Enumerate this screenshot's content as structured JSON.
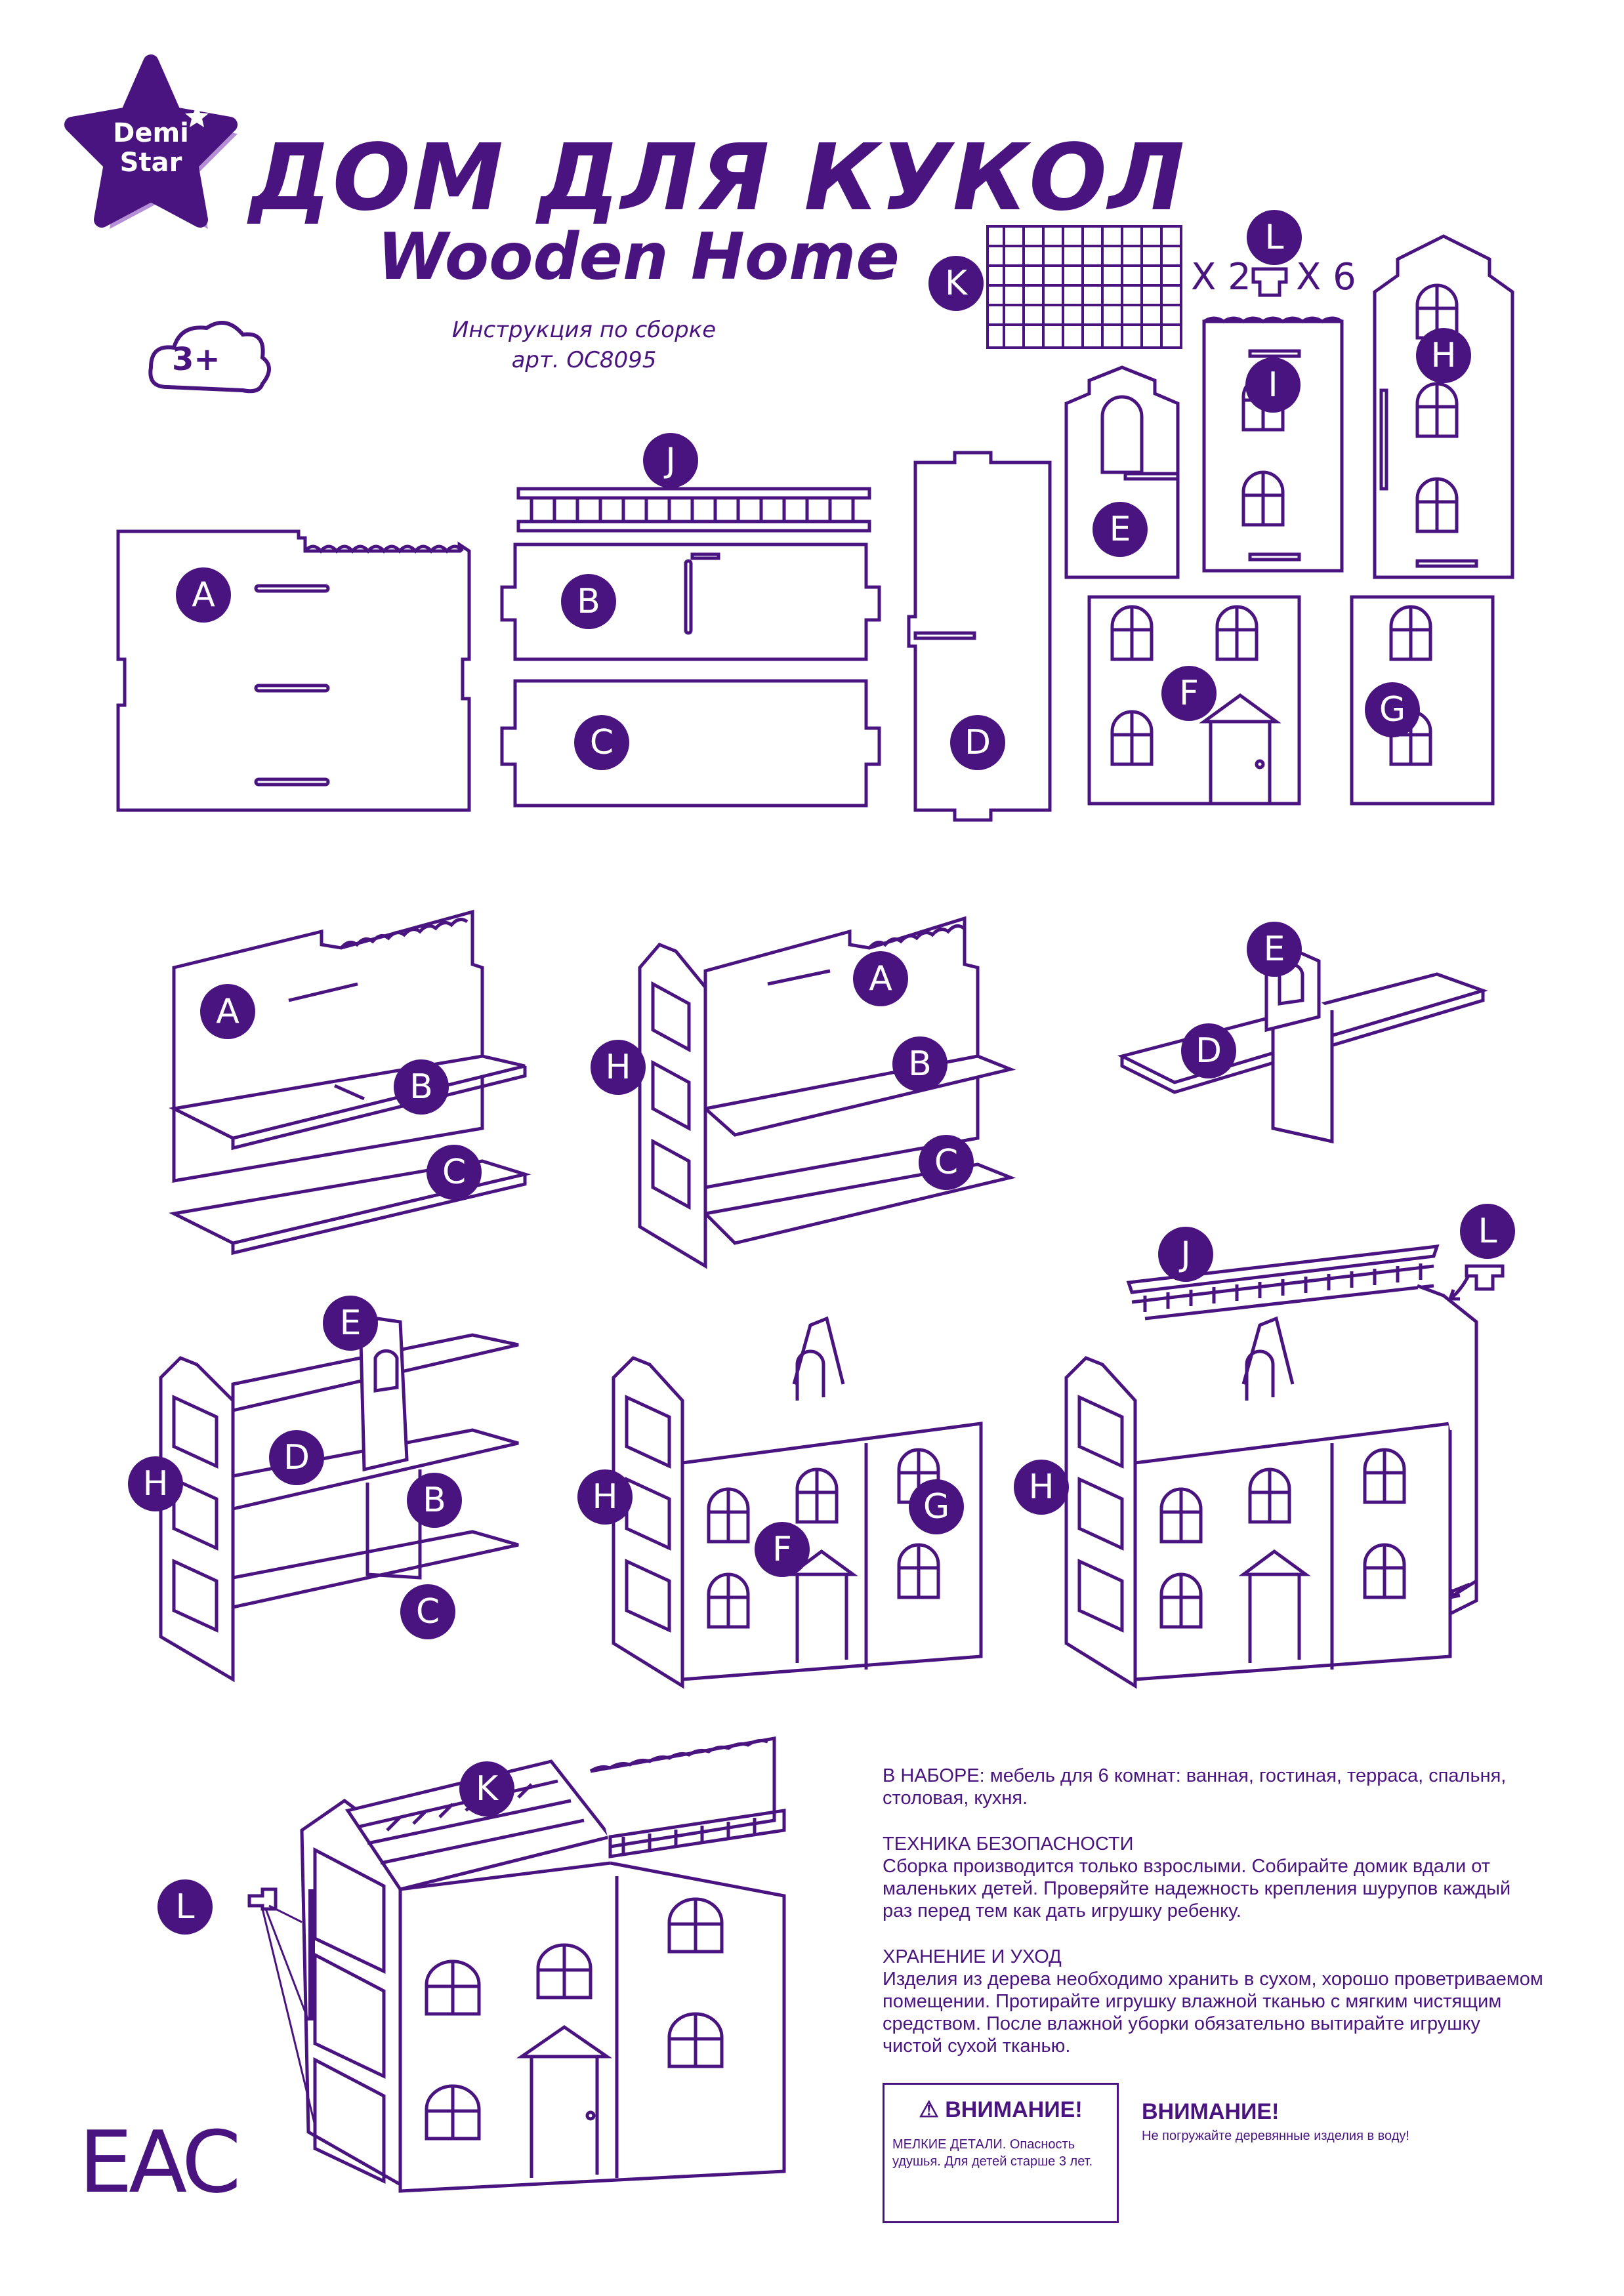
{
  "brand": {
    "line1": "Demi",
    "line2": "Star"
  },
  "title": {
    "main": "ДОМ ДЛЯ КУКОЛ",
    "sub": "Wooden Home"
  },
  "instruction": {
    "line1": "Инструкция по сборке",
    "line2": "арт. OC8095"
  },
  "age": "3+",
  "parts": {
    "A": "A",
    "B": "B",
    "C": "C",
    "D": "D",
    "E": "E",
    "F": "F",
    "G": "G",
    "H": "H",
    "I": "I",
    "J": "J",
    "K": "K",
    "L": "L",
    "k_qty": "X 2",
    "l_qty": "X 6"
  },
  "info": {
    "kit_head": "В НАБОРЕ:",
    "kit_body": " мебель для 6 комнат: ванная, гостиная, терраса, спальня, столовая, кухня.",
    "safety_head": "ТЕХНИКА БЕЗОПАСНОСТИ",
    "safety_body": "Сборка производится только взрослыми. Собирайте домик вдали от маленьких детей. Проверяйте надежность крепления шурупов каждый раз перед тем как дать игрушку ребенку.",
    "care_head": "ХРАНЕНИЕ И УХОД",
    "care_body": "Изделия из дерева необходимо хранить в сухом, хорошо проветриваемом помещении. Протирайте игрушку влажной тканью с мягким чистящим средством. После влажной уборки обязательно вытирайте игрушку чистой сухой тканью."
  },
  "warning1": {
    "title": "⚠ ВНИМАНИЕ!",
    "body": "МЕЛКИЕ ДЕТАЛИ. Опасность удушья. Для детей старше 3 лет."
  },
  "warning2": {
    "title": "ВНИМАНИЕ!",
    "body": "Не погружайте деревянные изделия в воду!"
  },
  "eac": "EAC",
  "colors": {
    "accent": "#4a1480",
    "light_accent": "#b48fd6",
    "background": "#ffffff"
  }
}
